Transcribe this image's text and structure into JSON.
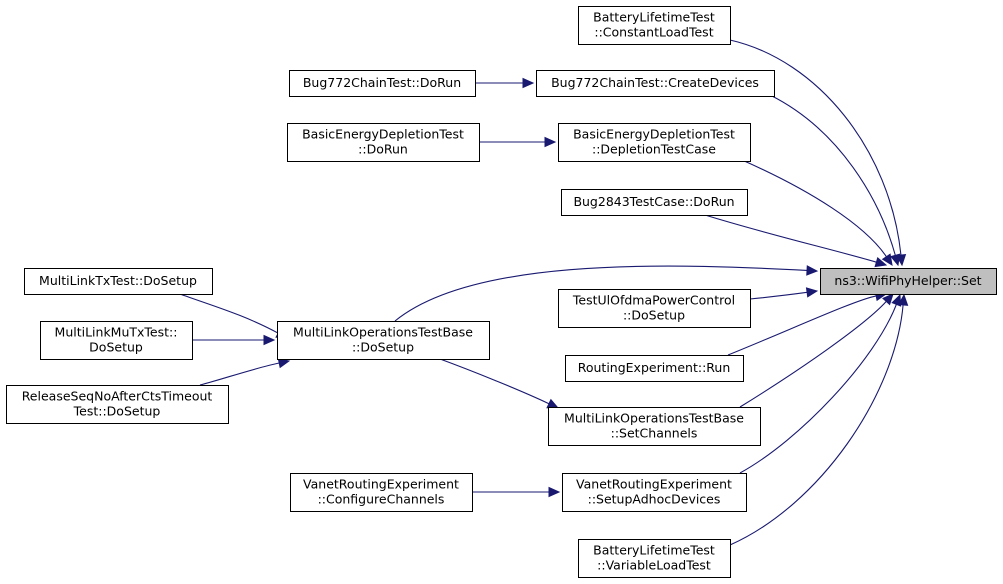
{
  "diagram": {
    "target": "ns3::WifiPhyHelper::Set",
    "nodes": [
      {
        "id": "target",
        "lines": [
          "ns3::WifiPhyHelper::Set"
        ]
      },
      {
        "id": "battery-constant",
        "lines": [
          "BatteryLifetimeTest",
          "::ConstantLoadTest"
        ]
      },
      {
        "id": "bug772-create",
        "lines": [
          "Bug772ChainTest::CreateDevices"
        ]
      },
      {
        "id": "bug772-dorun",
        "lines": [
          "Bug772ChainTest::DoRun"
        ]
      },
      {
        "id": "depletion-testcase",
        "lines": [
          "BasicEnergyDepletionTest",
          "::DepletionTestCase"
        ]
      },
      {
        "id": "depletion-dorun",
        "lines": [
          "BasicEnergyDepletionTest",
          "::DoRun"
        ]
      },
      {
        "id": "bug2843",
        "lines": [
          "Bug2843TestCase::DoRun"
        ]
      },
      {
        "id": "mlo-dosetup",
        "lines": [
          "MultiLinkOperationsTestBase",
          "::DoSetup"
        ]
      },
      {
        "id": "mltx",
        "lines": [
          "MultiLinkTxTest::DoSetup"
        ]
      },
      {
        "id": "mlmutx",
        "lines": [
          "MultiLinkMuTxTest::",
          "DoSetup"
        ]
      },
      {
        "id": "release-seq",
        "lines": [
          "ReleaseSeqNoAfterCtsTimeout",
          "Test::DoSetup"
        ]
      },
      {
        "id": "ofdma",
        "lines": [
          "TestUlOfdmaPowerControl",
          "::DoSetup"
        ]
      },
      {
        "id": "routing-run",
        "lines": [
          "RoutingExperiment::Run"
        ]
      },
      {
        "id": "mlo-setchannels",
        "lines": [
          "MultiLinkOperationsTestBase",
          "::SetChannels"
        ]
      },
      {
        "id": "vanet-setup",
        "lines": [
          "VanetRoutingExperiment",
          "::SetupAdhocDevices"
        ]
      },
      {
        "id": "vanet-config",
        "lines": [
          "VanetRoutingExperiment",
          "::ConfigureChannels"
        ]
      },
      {
        "id": "battery-variable",
        "lines": [
          "BatteryLifetimeTest",
          "::VariableLoadTest"
        ]
      }
    ],
    "edges": [
      {
        "from": "battery-constant",
        "to": "target"
      },
      {
        "from": "bug772-create",
        "to": "target"
      },
      {
        "from": "bug772-dorun",
        "to": "bug772-create"
      },
      {
        "from": "depletion-testcase",
        "to": "target"
      },
      {
        "from": "depletion-dorun",
        "to": "depletion-testcase"
      },
      {
        "from": "bug2843",
        "to": "target"
      },
      {
        "from": "mlo-dosetup",
        "to": "target"
      },
      {
        "from": "mltx",
        "to": "mlo-dosetup"
      },
      {
        "from": "mlmutx",
        "to": "mlo-dosetup"
      },
      {
        "from": "release-seq",
        "to": "mlo-dosetup"
      },
      {
        "from": "ofdma",
        "to": "target"
      },
      {
        "from": "routing-run",
        "to": "target"
      },
      {
        "from": "mlo-setchannels",
        "to": "target"
      },
      {
        "from": "mlo-dosetup",
        "to": "mlo-setchannels"
      },
      {
        "from": "vanet-setup",
        "to": "target"
      },
      {
        "from": "vanet-config",
        "to": "vanet-setup"
      },
      {
        "from": "battery-variable",
        "to": "target"
      }
    ],
    "colors": {
      "edge": "#191970",
      "target_fill": "#bfbfbf",
      "node_border": "#000000"
    }
  }
}
